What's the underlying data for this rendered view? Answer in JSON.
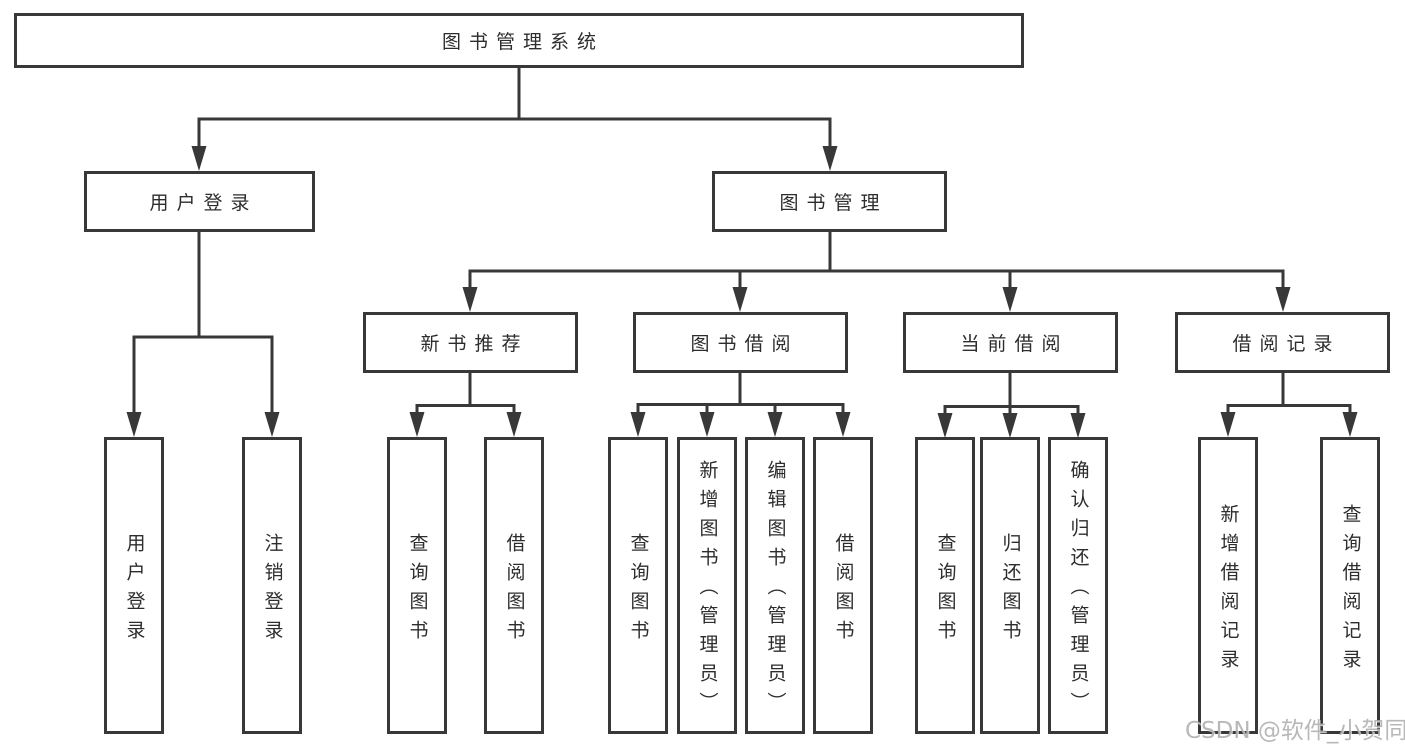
{
  "colors": {
    "line": "#383838",
    "box_border": "#383838",
    "box_background": "#ffffff",
    "text": "#2d2d2d",
    "watermark": "#ababab",
    "page_background": "#ffffff"
  },
  "watermark": "CSDN @软件_小贺同学",
  "nodes": {
    "root": {
      "label": "图书管理系统"
    },
    "login": {
      "label": "用户登录"
    },
    "mgmt": {
      "label": "图书管理"
    },
    "newbook": {
      "label": "新书推荐"
    },
    "borrow": {
      "label": "图书借阅"
    },
    "current": {
      "label": "当前借阅"
    },
    "records": {
      "label": "借阅记录"
    },
    "login_user": {
      "label": "用户登录"
    },
    "login_logout": {
      "label": "注销登录"
    },
    "newbook_query": {
      "label": "查询图书"
    },
    "newbook_borrow": {
      "label": "借阅图书"
    },
    "borrow_query": {
      "label": "查询图书"
    },
    "borrow_add": {
      "label": "新增图书（管理员）"
    },
    "borrow_edit": {
      "label": "编辑图书（管理员）"
    },
    "borrow_lend": {
      "label": "借阅图书"
    },
    "current_query": {
      "label": "查询图书"
    },
    "current_return": {
      "label": "归还图书"
    },
    "current_confirm": {
      "label": "确认归还（管理员）"
    },
    "records_add": {
      "label": "新增借阅记录"
    },
    "records_query": {
      "label": "查询借阅记录"
    }
  },
  "hierarchy": {
    "root": "图书管理系统",
    "children": [
      {
        "label": "用户登录",
        "children": [
          "用户登录",
          "注销登录"
        ]
      },
      {
        "label": "图书管理",
        "children": [
          {
            "label": "新书推荐",
            "children": [
              "查询图书",
              "借阅图书"
            ]
          },
          {
            "label": "图书借阅",
            "children": [
              "查询图书",
              "新增图书（管理员）",
              "编辑图书（管理员）",
              "借阅图书"
            ]
          },
          {
            "label": "当前借阅",
            "children": [
              "查询图书",
              "归还图书",
              "确认归还（管理员）"
            ]
          },
          {
            "label": "借阅记录",
            "children": [
              "新增借阅记录",
              "查询借阅记录"
            ]
          }
        ]
      }
    ]
  }
}
